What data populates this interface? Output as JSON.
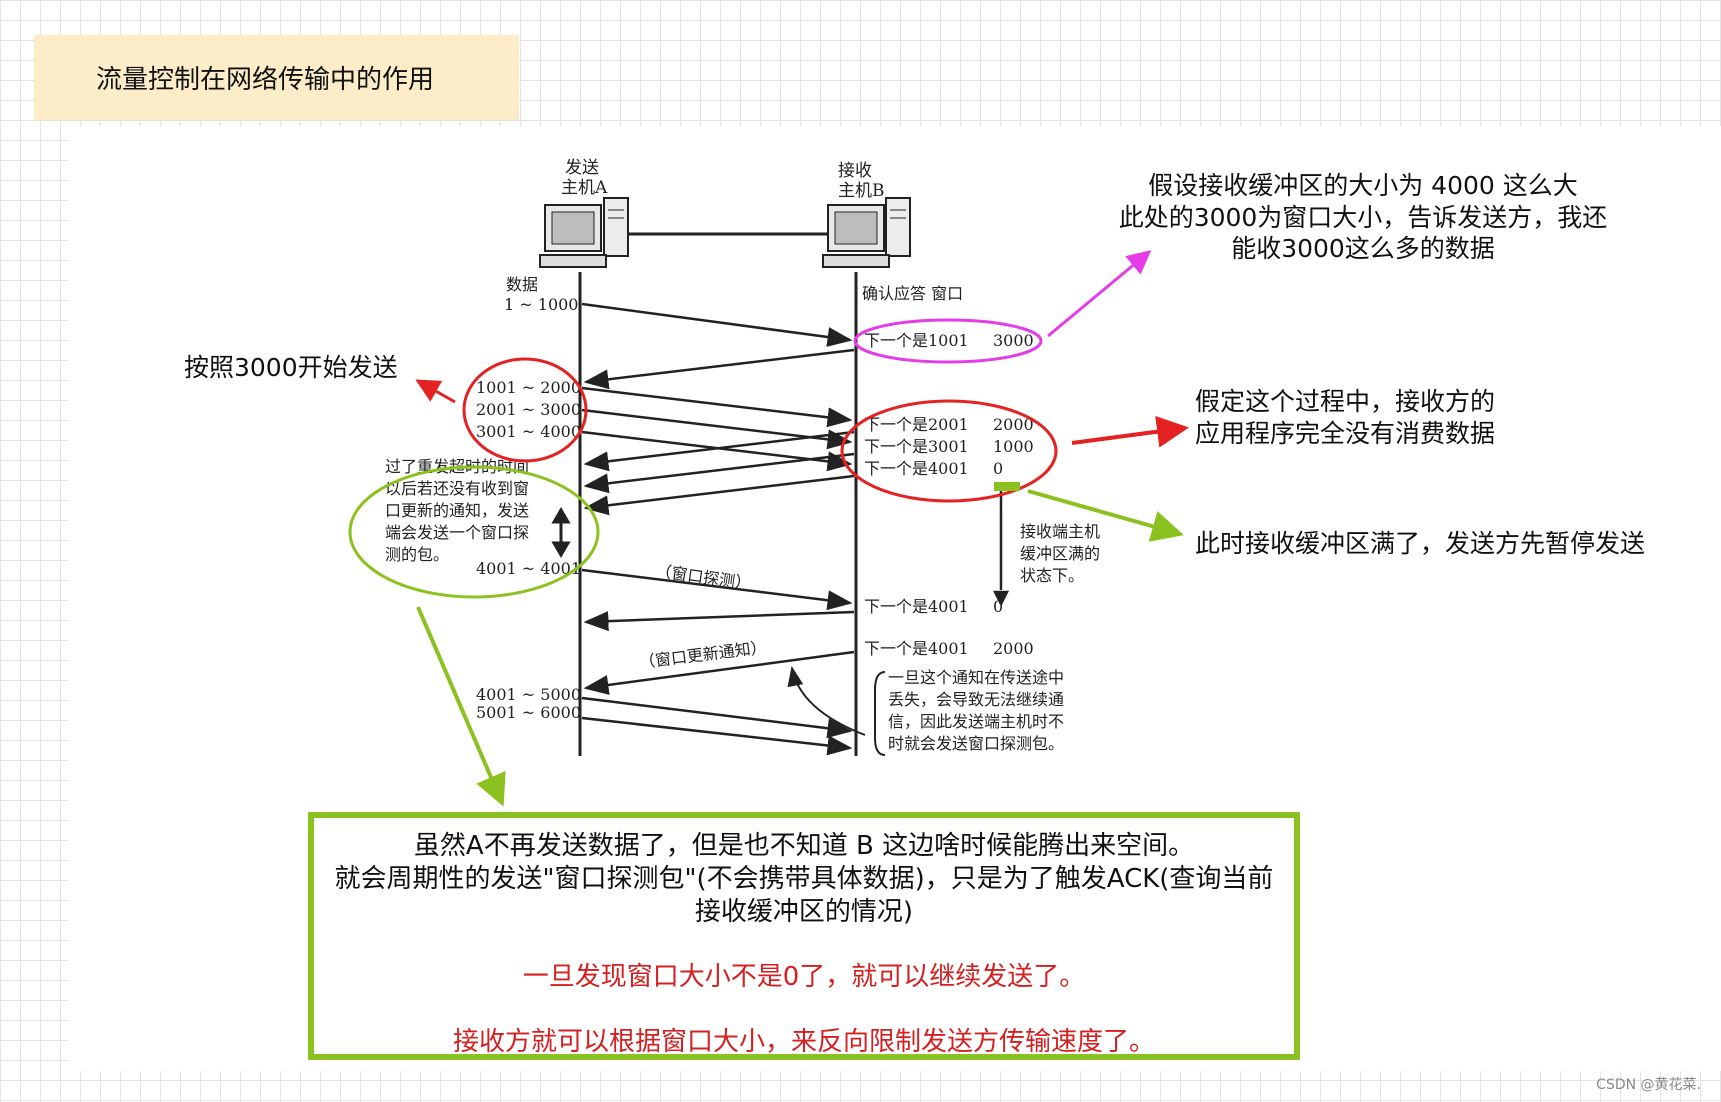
{
  "title": "流量控制在网络传输中的作用",
  "diagram": {
    "sender_label_1": "发送",
    "sender_label_2": "主机A",
    "receiver_label_1": "接收",
    "receiver_label_2": "主机B",
    "data_header_1": "数据",
    "data_header_2": "1 ~ 1000",
    "ack_header": "确认应答 窗口",
    "ack_rows": [
      {
        "next": "下一个是1001",
        "win": "3000"
      },
      {
        "next": "下一个是2001",
        "win": "2000"
      },
      {
        "next": "下一个是3001",
        "win": "1000"
      },
      {
        "next": "下一个是4001",
        "win": "0"
      },
      {
        "next": "下一个是4001",
        "win": "0"
      },
      {
        "next": "下一个是4001",
        "win": "2000"
      }
    ],
    "send_segments": [
      "1001 ~ 2000",
      "2001 ~ 3000",
      "3001 ~ 4000"
    ],
    "probe_segment": "4001 ~ 4001",
    "final_segments": [
      "4001 ~ 5000",
      "5001 ~ 6000"
    ],
    "probe_label": "（窗口探测）",
    "update_label": "（窗口更新通知）",
    "timeout_note": [
      "过了重发超时的时间",
      "以后若还没有收到窗",
      "口更新的通知，发送",
      "端会发送一个窗口探",
      "测的包。"
    ],
    "buffer_note": [
      "接收端主机",
      "缓冲区满的",
      "状态下。"
    ],
    "lost_note": [
      "一旦这个通知在传送途中",
      "丢失，会导致无法继续通",
      "信，因此发送端主机时不",
      "时就会发送窗口探测包。"
    ]
  },
  "annotations": {
    "window_note": [
      "假设接收缓冲区的大小为 4000 这么大",
      "此处的3000为窗口大小，告诉发送方，我还",
      "能收3000这么多的数据"
    ],
    "start_send": "按照3000开始发送",
    "no_consume": [
      "假定这个过程中，接收方的",
      "应用程序完全没有消费数据"
    ],
    "buffer_full": "此时接收缓冲区满了，发送方先暂停发送"
  },
  "note_box": {
    "line1": "虽然A不再发送数据了，但是也不知道 B 这边啥时候能腾出来空间。",
    "line2": "就会周期性的发送\"窗口探测包\"(不会携带具体数据)，只是为了触发ACK(查询当前",
    "line3": "接收缓冲区的情况)",
    "red1": "一旦发现窗口大小不是0了，就可以继续发送了。",
    "red2": "接收方就可以根据窗口大小，来反向限制发送方传输速度了。"
  },
  "footer": "CSDN @黄花菜.",
  "colors": {
    "magenta": "#e43ce6",
    "red": "#e52222",
    "green": "#8cc21f",
    "note_bg": "#fcedc8"
  }
}
